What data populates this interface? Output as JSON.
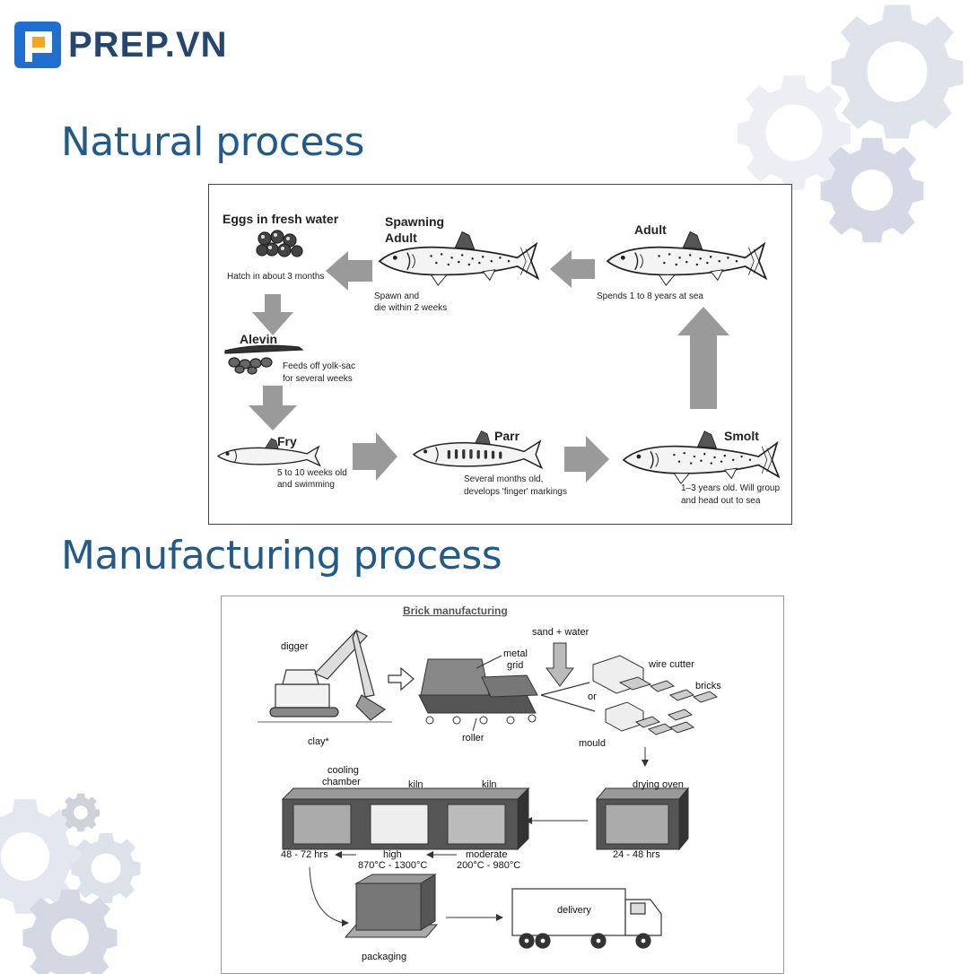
{
  "brand": {
    "name": "PREP.VN"
  },
  "sections": {
    "natural_title": "Natural process",
    "manufacturing_title": "Manufacturing process"
  },
  "salmon": {
    "eggs": {
      "title": "Eggs in fresh water",
      "desc": "Hatch in about 3 months"
    },
    "spawning": {
      "title_line1": "Spawning",
      "title_line2": "Adult",
      "desc_line1": "Spawn and",
      "desc_line2": "die within 2 weeks"
    },
    "adult": {
      "title": "Adult",
      "desc": "Spends 1 to 8 years at sea"
    },
    "alevin": {
      "title": "Alevin",
      "desc_line1": "Feeds off yolk-sac",
      "desc_line2": "for several weeks"
    },
    "fry": {
      "title": "Fry",
      "desc_line1": "5 to 10 weeks old",
      "desc_line2": "and swimming"
    },
    "parr": {
      "title": "Parr",
      "desc_line1": "Several months old,",
      "desc_line2": "develops 'finger' markings"
    },
    "smolt": {
      "title": "Smolt",
      "desc_line1": "1–3 years old. Will group",
      "desc_line2": "and head out to sea"
    }
  },
  "bricks": {
    "title": "Brick manufacturing",
    "digger": "digger",
    "clay": "clay*",
    "metal_grid_line1": "metal",
    "metal_grid_line2": "grid",
    "roller": "roller",
    "sand_water": "sand + water",
    "wire_cutter": "wire cutter",
    "or": "or",
    "bricks_label": "bricks",
    "mould": "mould",
    "drying_oven": "drying oven",
    "drying_hours": "24 - 48 hrs",
    "cooling_line1": "cooling",
    "cooling_line2": "chamber",
    "kiln1": "kiln",
    "kiln2": "kiln",
    "cooling_hours": "48 - 72 hrs",
    "high_line1": "high",
    "high_line2": "870°C - 1300°C",
    "moderate_line1": "moderate",
    "moderate_line2": "200°C - 980°C",
    "packaging": "packaging",
    "delivery": "delivery"
  }
}
